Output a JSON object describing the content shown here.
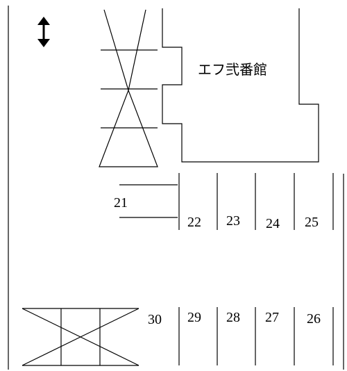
{
  "building_name": "エフ弐番館",
  "icons": {
    "direction": "vertical-double-arrow-icon"
  },
  "spaces": {
    "s21": "21",
    "s22": "22",
    "s23": "23",
    "s24": "24",
    "s25": "25",
    "s26": "26",
    "s27": "27",
    "s28": "28",
    "s29": "29",
    "s30": "30"
  }
}
